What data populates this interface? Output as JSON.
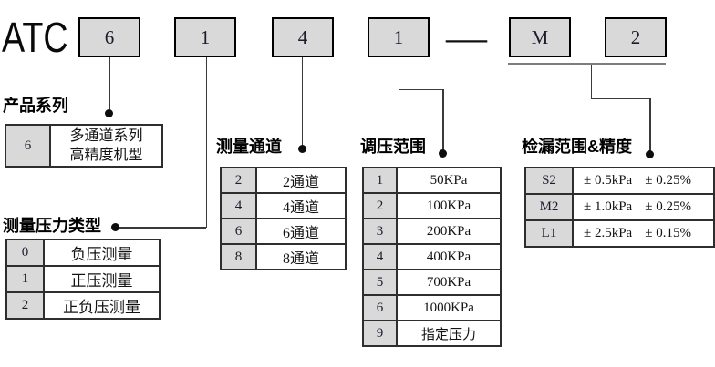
{
  "model_code": {
    "prefix": "ATC",
    "separator": "—",
    "boxes": [
      "6",
      "1",
      "4",
      "1",
      "M",
      "2"
    ]
  },
  "sections": {
    "series": {
      "title": "产品系列",
      "rows": [
        {
          "code": "6",
          "desc": "多通道系列\n高精度机型"
        }
      ]
    },
    "pressure_type": {
      "title": "测量压力类型",
      "rows": [
        {
          "code": "0",
          "desc": "负压测量"
        },
        {
          "code": "1",
          "desc": "正压测量"
        },
        {
          "code": "2",
          "desc": "正负压测量"
        }
      ]
    },
    "channels": {
      "title": "测量通道",
      "rows": [
        {
          "code": "2",
          "desc": "2通道"
        },
        {
          "code": "4",
          "desc": "4通道"
        },
        {
          "code": "6",
          "desc": "6通道"
        },
        {
          "code": "8",
          "desc": "8通道"
        }
      ]
    },
    "regulation_range": {
      "title": "调压范围",
      "rows": [
        {
          "code": "1",
          "desc": "50KPa"
        },
        {
          "code": "2",
          "desc": "100KPa"
        },
        {
          "code": "3",
          "desc": "200KPa"
        },
        {
          "code": "4",
          "desc": "400KPa"
        },
        {
          "code": "5",
          "desc": "700KPa"
        },
        {
          "code": "6",
          "desc": "1000KPa"
        },
        {
          "code": "9",
          "desc": "指定压力"
        }
      ]
    },
    "leak_accuracy": {
      "title": "检漏范围&精度",
      "rows": [
        {
          "code": "S2",
          "range": "± 0.5kPa",
          "accuracy": "± 0.25%"
        },
        {
          "code": "M2",
          "range": "± 1.0kPa",
          "accuracy": "± 0.25%"
        },
        {
          "code": "L1",
          "range": "± 2.5kPa",
          "accuracy": "± 0.15%"
        }
      ]
    }
  },
  "colors": {
    "box_fill": "#d9d9d9",
    "box_border": "#000000",
    "table_border": "#2e2e2e",
    "connector": "#3a3a3a",
    "underline": "#7d7d7d"
  }
}
